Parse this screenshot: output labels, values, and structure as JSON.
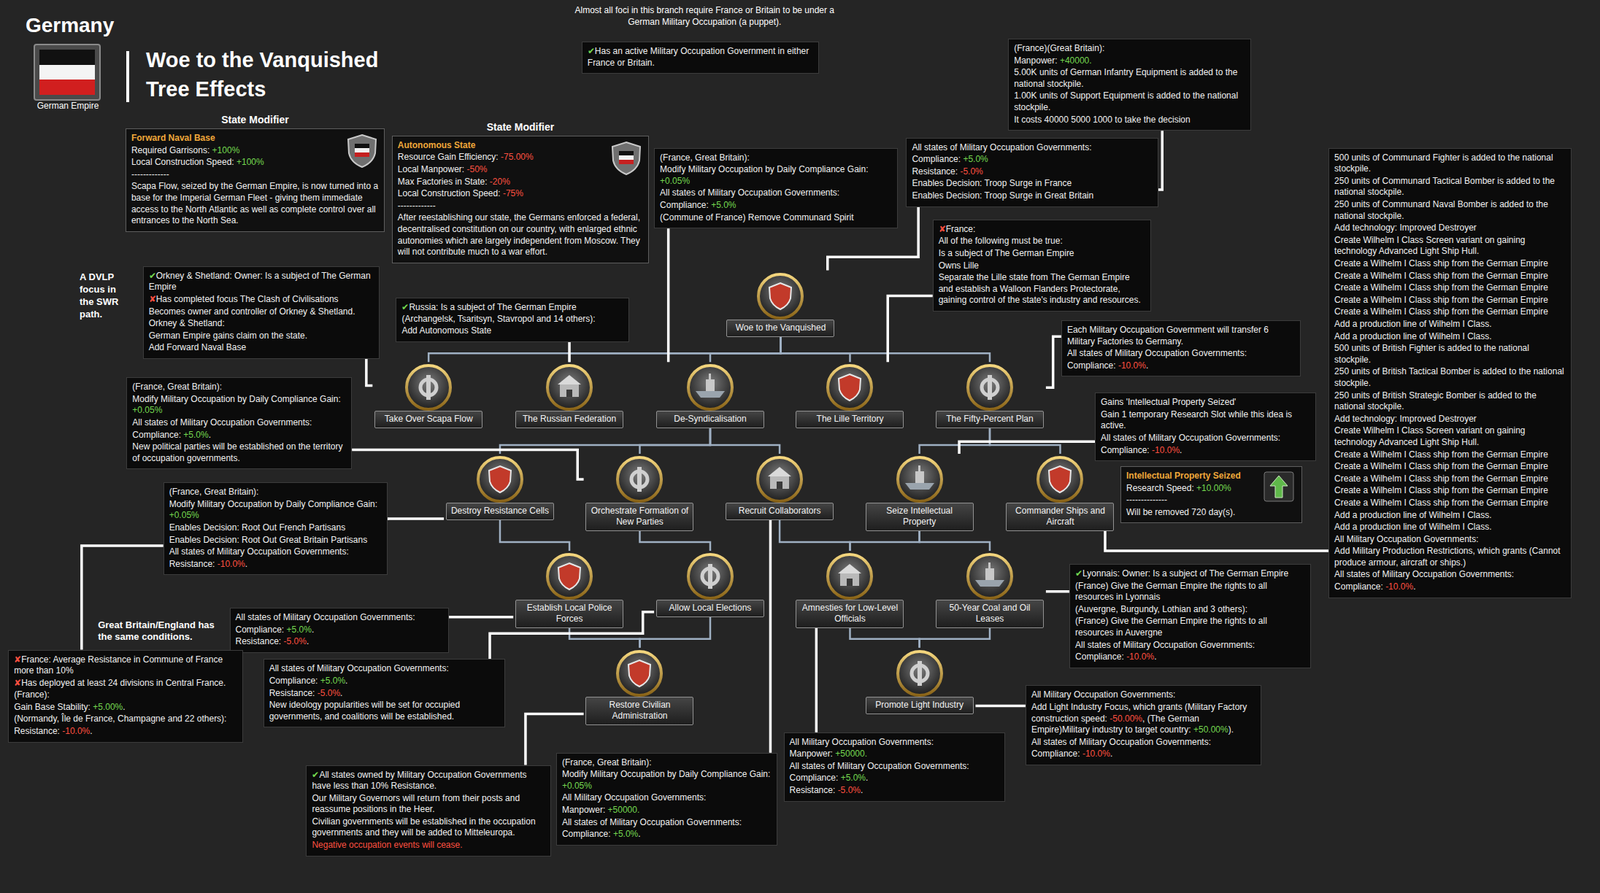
{
  "diagram": {
    "title": "Woe to the Vanquished Tree Effects",
    "nodes": [
      {
        "text": [
          "✔Has an active Military Occupation Government in either France or Britain."
        ]
      },
      {
        "text": [
          "(France)(Great Britain):",
          "Manpower: +40000.",
          "5.00K units of German Infantry Equipment is added to the national stockpile.",
          "1.00K units of Support Equipment is added to the national stockpile.",
          "It costs 40000 5000 1000 to take the decision"
        ]
      },
      {
        "text": [
          "State Modifier",
          "Forward Naval Base",
          "Required Garrisons: +100%",
          "Local Construction Speed: +100%",
          "-------------",
          "Scapa Flow, seized by the German Empire, is now turned into a base for the Imperial German Fleet - giving them immediate access to the North Atlantic as well as complete control over all entrances to the North Sea."
        ]
      },
      {
        "text": [
          "State Modifier",
          "Autonomous State",
          "Resource Gain Efficiency: -75.00%",
          "Local Manpower: -50%",
          "Max Factories in State: -20%",
          "Local Construction Speed: -75%",
          "-------------",
          "After reestablishing our state, the Germans enforced a federal, decentralised constitution on our country, with enlarged ethnic autonomies which are largely independent from Moscow. They will not contribute much to a war effort."
        ]
      },
      {
        "text": [
          "(France, Great Britain):",
          "Modify Military Occupation by Daily Compliance Gain: +0.05%",
          "All states of Military Occupation Governments:",
          "Compliance: +5.0%",
          "(Commune of France) Remove Communard Spirit"
        ]
      },
      {
        "text": [
          "All states of Military Occupation Governments:",
          "Compliance: +5.0%",
          "Resistance: -5.0%",
          "Enables Decision: Troop Surge in France",
          "Enables Decision: Troop Surge in Great Britain"
        ]
      },
      {
        "text": [
          "Woe to the Vanquished"
        ]
      },
      {
        "text": [
          "✘France:",
          "All of the following must be true:",
          "Is a subject of The German Empire",
          "Owns Lille",
          "Separate the Lille state from The German Empire and establish a Walloon Flanders Protectorate, gaining control of the state's industry and resources."
        ]
      },
      {
        "text": [
          "✔Orkney & Shetland: Owner: Is a subject of The German Empire",
          "✘Has completed focus The Clash of Civilisations",
          "Becomes owner and controller of Orkney & Shetland.",
          "Orkney & Shetland:",
          "German Empire gains claim on the state.",
          "Add Forward Naval Base"
        ]
      },
      {
        "text": [
          "✔Russia: Is a subject of The German Empire (Archangelsk, Tsaritsyn, Stavropol and 14 others):",
          "Add Autonomous State"
        ]
      },
      {
        "text": [
          "Each Military Occupation Government will transfer 6 Military Factories to Germany.",
          "All states of Military Occupation Governments:",
          "Compliance: -10.0%."
        ]
      },
      {
        "text": [
          "Take Over Scapa Flow"
        ]
      },
      {
        "text": [
          "The Russian Federation"
        ]
      },
      {
        "text": [
          "De-Syndicalisation"
        ]
      },
      {
        "text": [
          "The Lille Territory"
        ]
      },
      {
        "text": [
          "The Fifty-Percent Plan"
        ]
      },
      {
        "text": [
          "(France, Great Britain):",
          "Modify Military Occupation by Daily Compliance Gain: +0.05%",
          "All states of Military Occupation Governments:",
          "Compliance: +5.0%.",
          "New political parties will be established on the territory of occupation governments."
        ]
      },
      {
        "text": [
          "Gains 'Intellectual Property Seized'",
          "Gain 1 temporary Research Slot while this idea is active.",
          "All states of Military Occupation Governments:",
          "Compliance: -10.0%."
        ]
      },
      {
        "text": [
          "Destroy Resistance Cells"
        ]
      },
      {
        "text": [
          "Orchestrate Formation of New Parties"
        ]
      },
      {
        "text": [
          "Recruit Collaborators"
        ]
      },
      {
        "text": [
          "Seize Intellectual Property"
        ]
      },
      {
        "text": [
          "Commander Ships and Aircraft"
        ]
      },
      {
        "text": [
          "Intellectual Property Seized",
          "Research Speed: +10.00%",
          "--------------",
          "Will be removed 720 day(s)."
        ]
      },
      {
        "text": [
          "(France, Great Britain):",
          "Modify Military Occupation by Daily Compliance Gain: +0.05%",
          "Enables Decision: Root Out French Partisans",
          "Enables Decision: Root Out Great Britain Partisans",
          "All states of Military Occupation Governments:",
          "Resistance: -10.0%."
        ]
      },
      {
        "text": [
          "500 units of Communard Fighter is added to the national stockpile.",
          "250 units of Communard Tactical Bomber is added to the national stockpile.",
          "250 units of Communard Naval Bomber is added to the national stockpile.",
          "Add technology: Improved Destroyer",
          "Create Wilhelm I Class Screen variant on gaining technology Advanced Light Ship Hull.",
          "Create a Wilhelm I Class ship from the German Empire",
          "Create a Wilhelm I Class ship from the German Empire",
          "Create a Wilhelm I Class ship from the German Empire",
          "Create a Wilhelm I Class ship from the German Empire",
          "Create a Wilhelm I Class ship from the German Empire",
          "Add a production line of Wilhelm I Class.",
          "Add a production line of Wilhelm I Class.",
          "500 units of British Fighter is added to the national stockpile.",
          "250 units of British Tactical Bomber is added to the national stockpile.",
          "250 units of British Strategic Bomber is added to the national stockpile.",
          "Add technology: Improved Destroyer",
          "Create Wilhelm I Class Screen variant on gaining technology Advanced Light Ship Hull.",
          "Create a Wilhelm I Class ship from the German Empire",
          "Create a Wilhelm I Class ship from the German Empire",
          "Create a Wilhelm I Class ship from the German Empire",
          "Create a Wilhelm I Class ship from the German Empire",
          "Create a Wilhelm I Class ship from the German Empire",
          "Add a production line of Wilhelm I Class.",
          "Add a production line of Wilhelm I Class.",
          "All Military Occupation Governments:",
          "Add Military Production Restrictions, which grants (Cannot produce armour, aircraft or ships.)",
          "All states of Military Occupation Governments:",
          "Compliance: -10.0%."
        ]
      },
      {
        "text": [
          "Establish Local Police Forces"
        ]
      },
      {
        "text": [
          "Allow Local Elections"
        ]
      },
      {
        "text": [
          "Amnesties for Low-Level Officials"
        ]
      },
      {
        "text": [
          "50-Year Coal and Oil Leases"
        ]
      },
      {
        "text": [
          "✔Lyonnais: Owner: Is a subject of The German Empire",
          "(France) Give the German Empire the rights to all resources in Lyonnais",
          "(Auvergne, Burgundy, Lothian and 3 others):",
          "(France) Give the German Empire the rights to all resources in Auvergne",
          "All states of Military Occupation Governments:",
          "Compliance: -10.0%."
        ]
      },
      {
        "text": [
          "All states of Military Occupation Governments:",
          "Compliance: +5.0%.",
          "Resistance: -5.0%."
        ]
      },
      {
        "text": [
          "✘France: Average Resistance in Commune of France more than 10%",
          "✘Has deployed at least 24 divisions in Central France.",
          "(France):",
          "Gain Base Stability: +5.00%.",
          "(Normandy, Île de France, Champagne and 22 others):",
          "Resistance: -10.0%."
        ]
      },
      {
        "text": [
          "All states of Military Occupation Governments:",
          "Compliance: +5.0%.",
          "Resistance: -5.0%.",
          "New ideology popularities will be set for occupied governments, and coalitions will be established."
        ]
      },
      {
        "text": [
          "Restore Civilian Administration"
        ]
      },
      {
        "text": [
          "Promote Light Industry"
        ]
      },
      {
        "text": [
          "All Military Occupation Governments:",
          "Add Light Industry Focus, which grants (Military Factory construction speed: -50.00%, (The German Empire)Military industry to target country: +50.00%).",
          "All states of Military Occupation Governments:",
          "Compliance: -10.0%."
        ]
      },
      {
        "text": [
          "All Military Occupation Governments:",
          "Manpower: +50000.",
          "All states of Military Occupation Governments:",
          "Compliance: +5.0%.",
          "Resistance: -5.0%."
        ]
      },
      {
        "text": [
          "(France, Great Britain):",
          "Modify Military Occupation by Daily Compliance Gain: +0.05%",
          "All Military Occupation Governments:",
          "Manpower: +50000.",
          "All states of Military Occupation Governments:",
          "Compliance: +5.0%."
        ]
      },
      {
        "text": [
          "✔All states owned by Military Occupation Governments have less than 10% Resistance.",
          "Our Military Governors will return from their posts and reassume positions in the Heer.",
          "Civilian governments will be established in the occupation governments and they will be added to Mitteleuropa.",
          "Negative occupation events will cease."
        ]
      }
    ],
    "edges": [
      {
        "from": 6,
        "to": 11,
        "arrow": "none"
      },
      {
        "from": 6,
        "to": 12,
        "arrow": "none"
      },
      {
        "from": 6,
        "to": 13,
        "arrow": "none"
      },
      {
        "from": 6,
        "to": 14,
        "arrow": "none"
      },
      {
        "from": 6,
        "to": 15,
        "arrow": "none"
      },
      {
        "from": 13,
        "to": 18,
        "arrow": "none"
      },
      {
        "from": 13,
        "to": 19,
        "arrow": "none"
      },
      {
        "from": 13,
        "to": 20,
        "arrow": "none"
      },
      {
        "from": 15,
        "to": 21,
        "arrow": "none"
      },
      {
        "from": 15,
        "to": 22,
        "arrow": "none"
      },
      {
        "from": 18,
        "to": 26,
        "arrow": "none"
      },
      {
        "from": 19,
        "to": 27,
        "arrow": "none"
      },
      {
        "from": 20,
        "to": 28,
        "arrow": "none"
      },
      {
        "from": 21,
        "to": 28,
        "arrow": "none"
      },
      {
        "from": 21,
        "to": 29,
        "arrow": "none"
      },
      {
        "from": 26,
        "to": 34,
        "arrow": "none"
      },
      {
        "from": 27,
        "to": 34,
        "arrow": "none"
      },
      {
        "from": 28,
        "to": 35,
        "arrow": "none"
      },
      {
        "from": 29,
        "to": 35,
        "arrow": "none"
      },
      {
        "from": 8,
        "to": 11,
        "arrow": "none"
      },
      {
        "from": 9,
        "to": 12,
        "arrow": "none"
      },
      {
        "from": 4,
        "to": 13,
        "arrow": "none"
      },
      {
        "from": 5,
        "to": 6,
        "arrow": "none"
      },
      {
        "from": 1,
        "to": 5,
        "arrow": "none"
      },
      {
        "from": 7,
        "to": 14,
        "arrow": "none"
      },
      {
        "from": 10,
        "to": 15,
        "arrow": "none"
      },
      {
        "from": 16,
        "to": 19,
        "arrow": "none"
      },
      {
        "from": 24,
        "to": 18,
        "arrow": "none"
      },
      {
        "from": 32,
        "to": 24,
        "arrow": "none"
      },
      {
        "from": 17,
        "to": 21,
        "arrow": "none"
      },
      {
        "from": 22,
        "to": 25,
        "arrow": "none"
      },
      {
        "from": 31,
        "to": 26,
        "arrow": "none"
      },
      {
        "from": 33,
        "to": 27,
        "arrow": "none"
      },
      {
        "from": 39,
        "to": 34,
        "arrow": "none"
      },
      {
        "from": 38,
        "to": 20,
        "arrow": "none"
      },
      {
        "from": 37,
        "to": 28,
        "arrow": "none"
      },
      {
        "from": 30,
        "to": 29,
        "arrow": "none"
      },
      {
        "from": 36,
        "to": 35,
        "arrow": "none"
      }
    ],
    "labels": [
      "Germany",
      "German Empire",
      "Almost all foci in this branch require France or Britain to be under a German Military Occupation (a puppet).",
      "A DVLP focus in the SWR path.",
      "Great Britain/England has the same conditions."
    ]
  }
}
